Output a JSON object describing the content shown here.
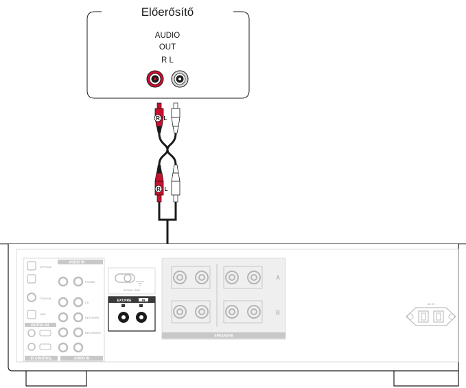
{
  "preamp": {
    "title": "Előerősítő",
    "line1": "AUDIO",
    "line2": "OUT",
    "line3": "R L"
  },
  "plug_labels": {
    "r": "R",
    "l": "L"
  },
  "panel": {
    "audio_in": "AUDIO  IN",
    "digital_in": "DIGITAL IN",
    "ir_control": "IR CONTROL",
    "audio_in_bottom": "AUDIO IN",
    "optical": "OPTICAL",
    "coaxial": "COAXIAL",
    "phono": "PHONO",
    "cd": "CD",
    "network": "NETWORK",
    "recorder": "RECORDER",
    "usb": "USB",
    "signal_gnd": "SIGNAL GND",
    "ext_pre": "EXT.PRE",
    "ext_pre_in": "IN",
    "speakers": "SPEAKERS",
    "speaker_a": "A",
    "speaker_b": "B",
    "ac_in": "AC IN"
  },
  "colors": {
    "red": "#c8102e",
    "line": "#1a1a1a",
    "panel_gray": "#c8c8c8",
    "dark_gray": "#3a3a3a"
  }
}
